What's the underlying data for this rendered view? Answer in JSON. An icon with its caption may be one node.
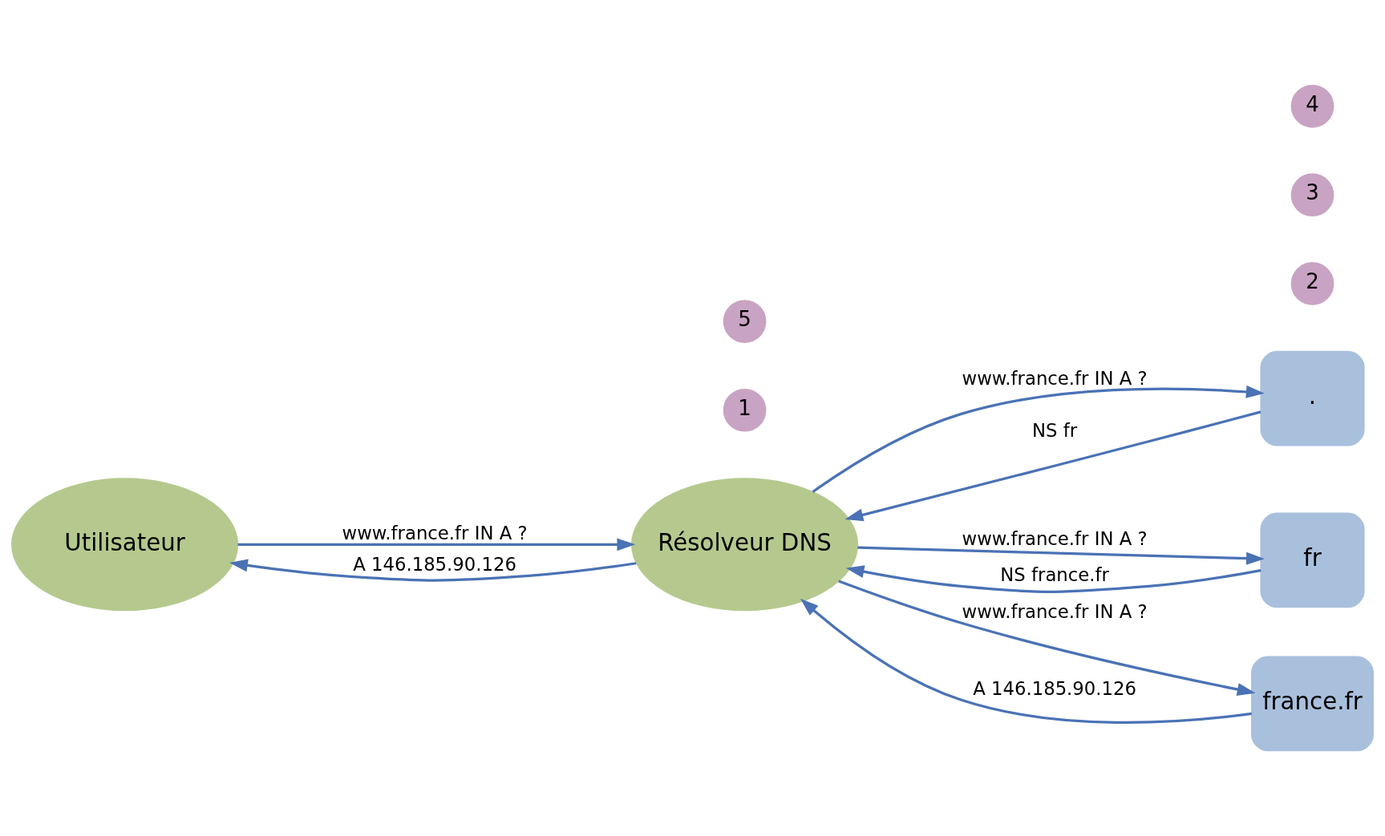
{
  "diagram": {
    "nodes": [
      {
        "text": [
          "Utilisateur"
        ]
      },
      {
        "text": [
          "Résolveur DNS"
        ]
      },
      {
        "text": [
          "."
        ]
      },
      {
        "text": [
          "fr"
        ]
      },
      {
        "text": [
          "france.fr"
        ]
      },
      {
        "text": [
          "1"
        ]
      },
      {
        "text": [
          "2"
        ]
      },
      {
        "text": [
          "3"
        ]
      },
      {
        "text": [
          "4"
        ]
      },
      {
        "text": [
          "5"
        ]
      }
    ],
    "edges": [
      {
        "from": 0,
        "to": 1,
        "arrow": "to",
        "label": "www.france.fr IN A ?"
      },
      {
        "from": 1,
        "to": 0,
        "arrow": "to",
        "label": "A 146.185.90.126"
      },
      {
        "from": 1,
        "to": 2,
        "arrow": "to",
        "label": "www.france.fr IN A ?"
      },
      {
        "from": 2,
        "to": 1,
        "arrow": "to",
        "label": "NS fr"
      },
      {
        "from": 1,
        "to": 3,
        "arrow": "to",
        "label": "www.france.fr IN A ?"
      },
      {
        "from": 3,
        "to": 1,
        "arrow": "to",
        "label": "NS france.fr"
      },
      {
        "from": 1,
        "to": 4,
        "arrow": "to",
        "label": "www.france.fr IN A ?"
      },
      {
        "from": 4,
        "to": 1,
        "arrow": "to",
        "label": "A 146.185.90.126"
      }
    ]
  }
}
